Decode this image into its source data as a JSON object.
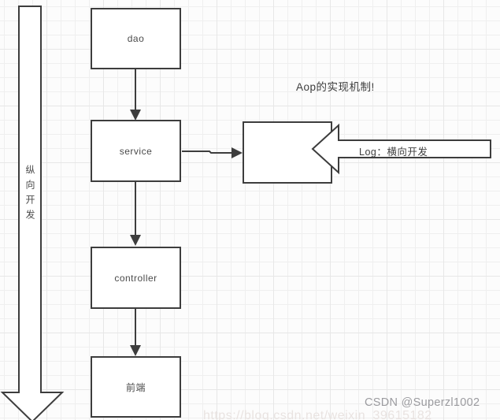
{
  "diagram": {
    "annotation": "Aop的实现机制!",
    "vertical_flow": {
      "arrow_label": "纵向开发",
      "nodes": [
        "dao",
        "service",
        "controller",
        "前端"
      ]
    },
    "horizontal_flow": {
      "arrow_label": "Log：横向开发",
      "target_box_label": ""
    }
  },
  "watermark": {
    "text": "CSDN @Superzl1002",
    "url": "https://blog.csdn.net/weixin_39615182"
  },
  "colors": {
    "stroke": "#3d3d3d",
    "node_text": "#4a4a4a",
    "background": "#fcfcfc",
    "grid_line": "#efefef",
    "watermark_text": "#9b9b9f",
    "url_text": "#e9e3e1"
  }
}
